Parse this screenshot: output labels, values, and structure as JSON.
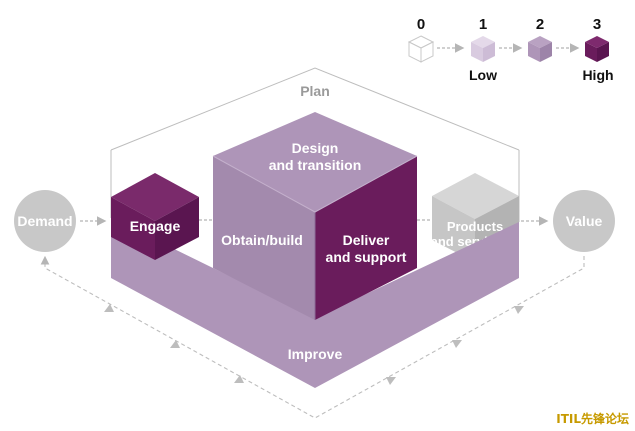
{
  "legend": {
    "levels": [
      {
        "number": "0",
        "caption": ""
      },
      {
        "number": "1",
        "caption": "Low"
      },
      {
        "number": "2",
        "caption": ""
      },
      {
        "number": "3",
        "caption": "High"
      }
    ],
    "colors": {
      "level0": "#ffffff",
      "level1": "#ddd0e3",
      "level2": "#ae95b8",
      "level3": "#6a1c5c"
    }
  },
  "diagram": {
    "plan": "Plan",
    "design_transition_line1": "Design",
    "design_transition_line2": "and transition",
    "obtain_build": "Obtain/build",
    "deliver_support_line1": "Deliver",
    "deliver_support_line2": "and support",
    "engage": "Engage",
    "products_services_line1": "Products",
    "products_services_line2": "and services",
    "improve": "Improve",
    "demand": "Demand",
    "value": "Value"
  },
  "colors": {
    "improve_platform": "#ae95b8",
    "platform_side": "#a58aae",
    "cube_light": "#ae95b8",
    "cube_dark": "#6a1c5c",
    "grey_node": "#c8c8c8"
  },
  "watermark": "ITIL先锋论坛"
}
